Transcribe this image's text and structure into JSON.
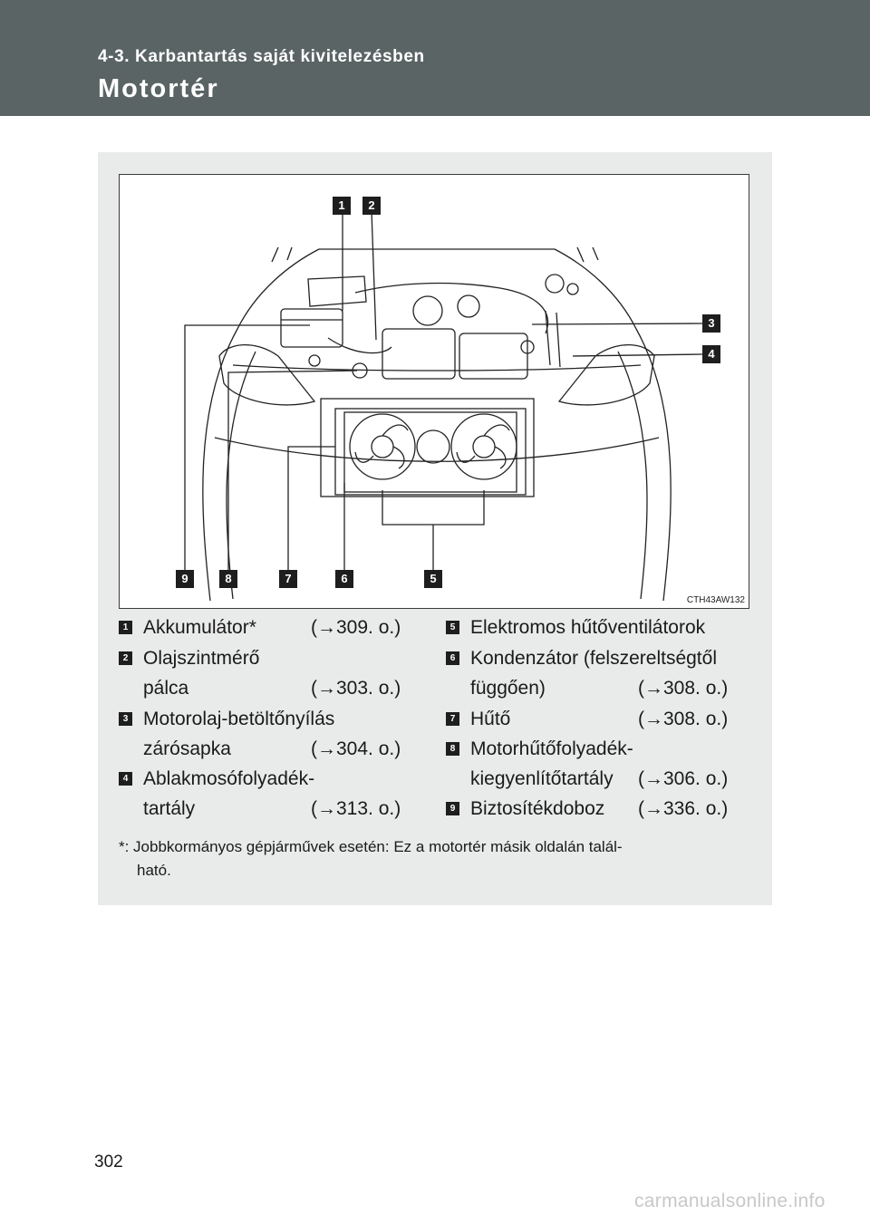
{
  "header": {
    "section": "4-3. Karbantartás saját kivitelezésben",
    "title": "Motortér"
  },
  "figure": {
    "code": "CTH43AW132",
    "callouts": [
      "1",
      "2",
      "3",
      "4",
      "5",
      "6",
      "7",
      "8",
      "9"
    ]
  },
  "items": [
    {
      "num": "1",
      "line1": "Akkumulátor*",
      "line2": "",
      "ref": "(→309. o.)"
    },
    {
      "num": "2",
      "line1": "Olajszintmérő",
      "line2": "pálca",
      "ref": "(→303. o.)"
    },
    {
      "num": "3",
      "line1": "Motorolaj-betöltőnyílás",
      "line2": "zárósapka",
      "ref": "(→304. o.)"
    },
    {
      "num": "4",
      "line1": "Ablakmosófolyadék-",
      "line2": "tartály",
      "ref": "(→313. o.)"
    },
    {
      "num": "5",
      "line1": "Elektromos hűtőventilátorok",
      "line2": "",
      "ref": ""
    },
    {
      "num": "6",
      "line1": "Kondenzátor (felszereltségtől",
      "line2": "függően)",
      "ref": "(→308. o.)"
    },
    {
      "num": "7",
      "line1": "Hűtő",
      "line2": "",
      "ref": "(→308. o.)"
    },
    {
      "num": "8",
      "line1": "Motorhűtőfolyadék-",
      "line2": "kiegyenlítőtartály",
      "ref": "(→306. o.)"
    },
    {
      "num": "9",
      "line1": "Biztosítékdoboz",
      "line2": "",
      "ref": "(→336. o.)"
    }
  ],
  "note": {
    "line1": "*: Jobbkormányos gépjárművek esetén: Ez a motortér másik oldalán talál-",
    "line2": "ható."
  },
  "page_number": "302",
  "footer": "carmanualsonline.info"
}
